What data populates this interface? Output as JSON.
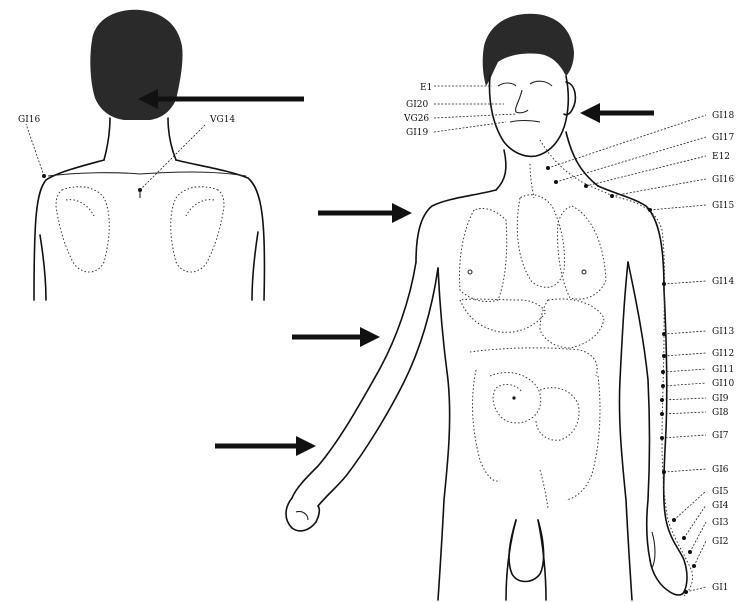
{
  "back_labels": [
    "GI16",
    "VG14"
  ],
  "face_labels": [
    "E1",
    "GI20",
    "VG26",
    "GI19"
  ],
  "meridian_labels": [
    "GI18",
    "GI17",
    "E12",
    "GI16",
    "GI15",
    "GI14",
    "GI13",
    "GI12",
    "GI11",
    "GI10",
    "GI9",
    "GI8",
    "GI7",
    "GI6",
    "GI5",
    "GI4",
    "GI3",
    "GI2",
    "GI1"
  ],
  "colors": {
    "ink": "#111111",
    "background": "#ffffff"
  }
}
